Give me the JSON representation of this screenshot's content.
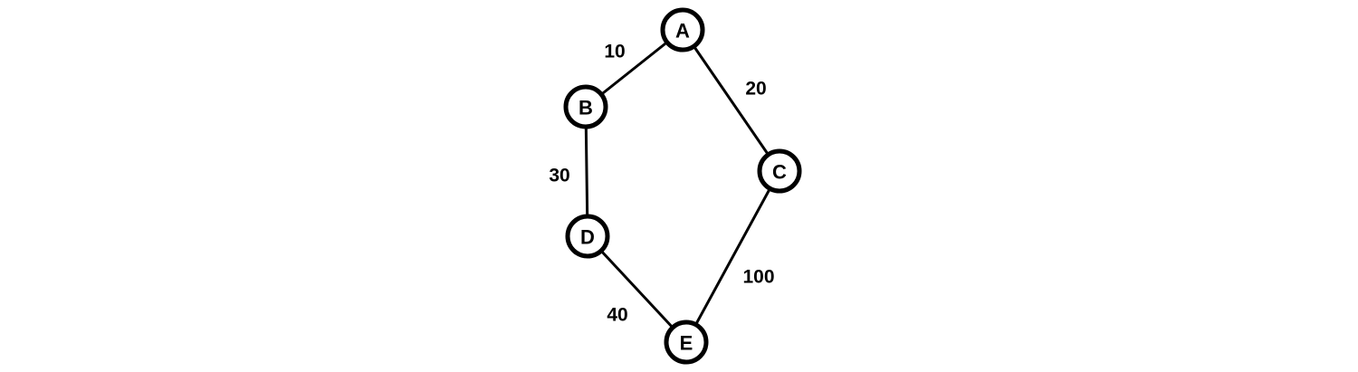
{
  "graph": {
    "nodes": [
      {
        "id": "A",
        "label": "A"
      },
      {
        "id": "B",
        "label": "B"
      },
      {
        "id": "C",
        "label": "C"
      },
      {
        "id": "D",
        "label": "D"
      },
      {
        "id": "E",
        "label": "E"
      }
    ],
    "edges": [
      {
        "from": "A",
        "to": "B",
        "weight": "10"
      },
      {
        "from": "A",
        "to": "C",
        "weight": "20"
      },
      {
        "from": "B",
        "to": "D",
        "weight": "30"
      },
      {
        "from": "D",
        "to": "E",
        "weight": "40"
      },
      {
        "from": "C",
        "to": "E",
        "weight": "100"
      }
    ],
    "colors": {
      "stroke": "#000000",
      "node_fill": "#ffffff",
      "text": "#000000"
    }
  }
}
